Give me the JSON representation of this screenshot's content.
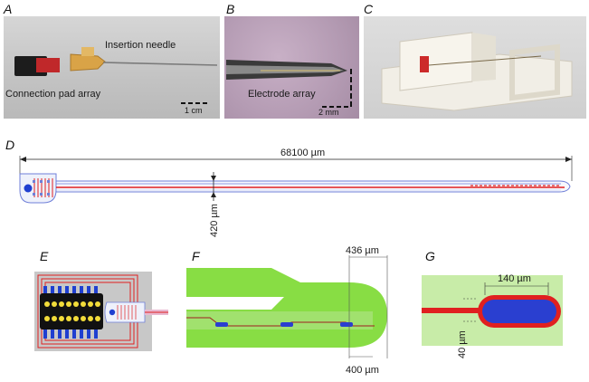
{
  "panels": {
    "a": {
      "label": "A",
      "needle_text": "Insertion needle",
      "pad_text": "Connection pad array",
      "scale_text": "1 cm"
    },
    "b": {
      "label": "B",
      "electrode_text": "Electrode array",
      "scale_text": "2 mm"
    },
    "c": {
      "label": "C"
    },
    "d": {
      "label": "D",
      "length_text": "68100 µm",
      "width_text": "420 µm"
    },
    "e": {
      "label": "E"
    },
    "f": {
      "label": "F",
      "top_text": "436 µm",
      "bottom_text": "400 µm"
    },
    "g": {
      "label": "G",
      "length_text": "140 µm",
      "width_text": "40 µm"
    }
  },
  "colors": {
    "trace_red": "#e02020",
    "probe_blue": "#6f7fd8",
    "substrate_green": "#88dd44",
    "pale_green": "#c8eca8",
    "pad_blue": "#1f3fd0",
    "photo_gray": "#c9c9c9"
  }
}
